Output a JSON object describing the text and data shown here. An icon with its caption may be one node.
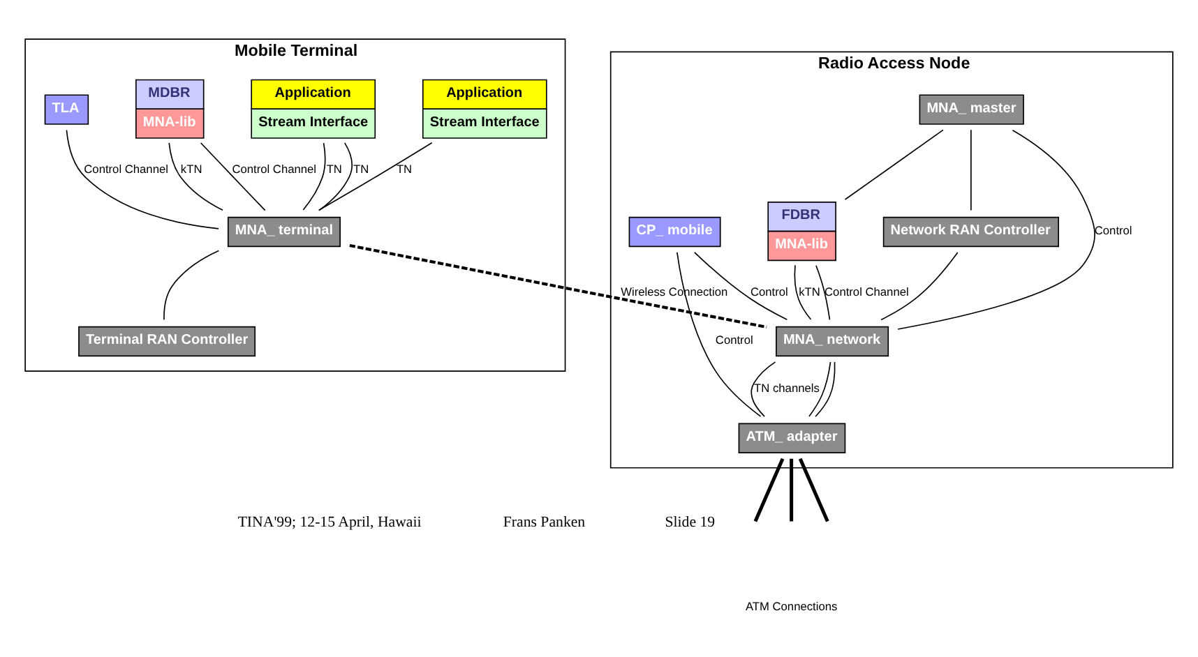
{
  "diagram": {
    "nodes": [
      {
        "text": [
          "Mobile Terminal"
        ]
      },
      {
        "text": [
          "Application",
          "Stream Interface"
        ],
        "in": 0
      },
      {
        "text": [
          "Application",
          "Stream Interface"
        ],
        "in": 0
      },
      {
        "text": [
          "MDBR",
          "MNA-lib"
        ],
        "in": 0
      },
      {
        "text": [
          "TLA"
        ],
        "in": 0
      },
      {
        "text": [
          "MNA_ terminal"
        ],
        "in": 0
      },
      {
        "text": [
          "Terminal RAN Controller"
        ],
        "in": 0
      },
      {
        "text": [
          "Radio Access Node"
        ]
      },
      {
        "text": [
          "MNA_ master"
        ],
        "in": 7
      },
      {
        "text": [
          "FDBR",
          "MNA-lib"
        ],
        "in": 7
      },
      {
        "text": [
          "CP_ mobile"
        ],
        "in": 7
      },
      {
        "text": [
          "Network RAN Controller"
        ],
        "in": 7
      },
      {
        "text": [
          "MNA_ network"
        ],
        "in": 7
      },
      {
        "text": [
          "ATM_ adapter"
        ],
        "in": 7
      }
    ],
    "edges": [
      {
        "from": 1,
        "to": 5,
        "arrow": "none",
        "label": "TN"
      },
      {
        "from": 2,
        "to": 5,
        "arrow": "none",
        "label": "TN"
      },
      {
        "from": 2,
        "to": 5,
        "arrow": "none",
        "label": "TN"
      },
      {
        "from": 3,
        "to": 5,
        "arrow": "none",
        "label": "kTN"
      },
      {
        "from": 3,
        "to": 5,
        "arrow": "none",
        "label": "Control Channel"
      },
      {
        "from": 4,
        "to": 5,
        "arrow": "none",
        "label": "Control Channel"
      },
      {
        "from": 5,
        "to": 6,
        "arrow": "none"
      },
      {
        "from": 8,
        "to": 9,
        "arrow": "none"
      },
      {
        "from": 8,
        "to": 11,
        "arrow": "none"
      },
      {
        "from": 8,
        "to": 12,
        "arrow": "none",
        "label": "Control"
      },
      {
        "from": 9,
        "to": 12,
        "arrow": "none",
        "label": "kTN"
      },
      {
        "from": 9,
        "to": 12,
        "arrow": "none",
        "label": "Control Channel"
      },
      {
        "from": 11,
        "to": 12,
        "arrow": "none"
      },
      {
        "from": 10,
        "to": 12,
        "arrow": "none",
        "label": "Control"
      },
      {
        "from": 10,
        "to": 13,
        "arrow": "none",
        "label": "Control"
      },
      {
        "from": 12,
        "to": 13,
        "arrow": "none"
      },
      {
        "from": 12,
        "to": 13,
        "arrow": "none",
        "label": "TN channels"
      },
      {
        "from": 12,
        "to": 13,
        "arrow": "none"
      },
      {
        "from": 13,
        "to": null,
        "arrow": "none",
        "style": "thick"
      },
      {
        "from": 13,
        "to": null,
        "arrow": "none",
        "style": "thick"
      },
      {
        "from": 13,
        "to": null,
        "arrow": "none",
        "style": "thick"
      },
      {
        "from": 5,
        "to": 12,
        "arrow": "none",
        "label": "Wireless Connection",
        "style": "dashed"
      }
    ],
    "labels": [
      "ATM Connections",
      "TINA'99; 12-15 April, Hawaii",
      "Frans Panken",
      "Slide 19"
    ]
  }
}
